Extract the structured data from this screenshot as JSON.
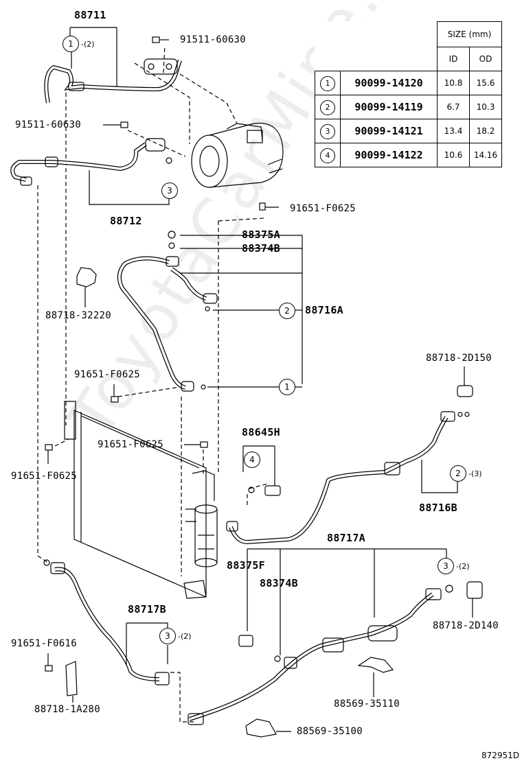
{
  "parts": {
    "p88711": "88711",
    "p91511_top": "91511-60630",
    "p91511_left": "91511-60630",
    "p88712": "88712",
    "p91651_top": "91651-F0625",
    "p88375A": "88375A",
    "p88374B_top": "88374B",
    "p88716A": "88716A",
    "p88718_32220": "88718-32220",
    "p91651_mid": "91651-F0625",
    "p88718_2D150": "88718-2D150",
    "p88645H": "88645H",
    "p91651_cond": "91651-F0625",
    "p91651_left": "91651-F0625",
    "p88716B": "88716B",
    "p88717A": "88717A",
    "p88375F": "88375F",
    "p88374B_bot": "88374B",
    "p88718_2D140": "88718-2D140",
    "p88717B": "88717B",
    "p91651_F0616": "91651-F0616",
    "p88718_1A280": "88718-1A280",
    "p88569_35110": "88569-35110",
    "p88569_35100": "88569-35100"
  },
  "callouts": {
    "c88711": "1",
    "c88711_mult": "-(2)",
    "c88712": "3",
    "c88716A_2": "2",
    "c88716A_1": "1",
    "c88645H": "4",
    "c88716B": "2",
    "c88716B_mult": "-(3)",
    "c88717A": "3",
    "c88717A_mult": "-(2)",
    "c88717B": "3",
    "c88717B_mult": "-(2)"
  },
  "size_table": {
    "header": "SIZE (mm)",
    "col_id": "ID",
    "col_od": "OD",
    "rows": [
      {
        "num": "1",
        "code": "90099-14120",
        "id": "10.8",
        "od": "15.6"
      },
      {
        "num": "2",
        "code": "90099-14119",
        "id": "6.7",
        "od": "10.3"
      },
      {
        "num": "3",
        "code": "90099-14121",
        "id": "13.4",
        "od": "18.2"
      },
      {
        "num": "4",
        "code": "90099-14122",
        "id": "10.6",
        "od": "14.16"
      }
    ]
  },
  "watermark": "ToyotaCarMine.com",
  "diagram_ref": "872951D"
}
